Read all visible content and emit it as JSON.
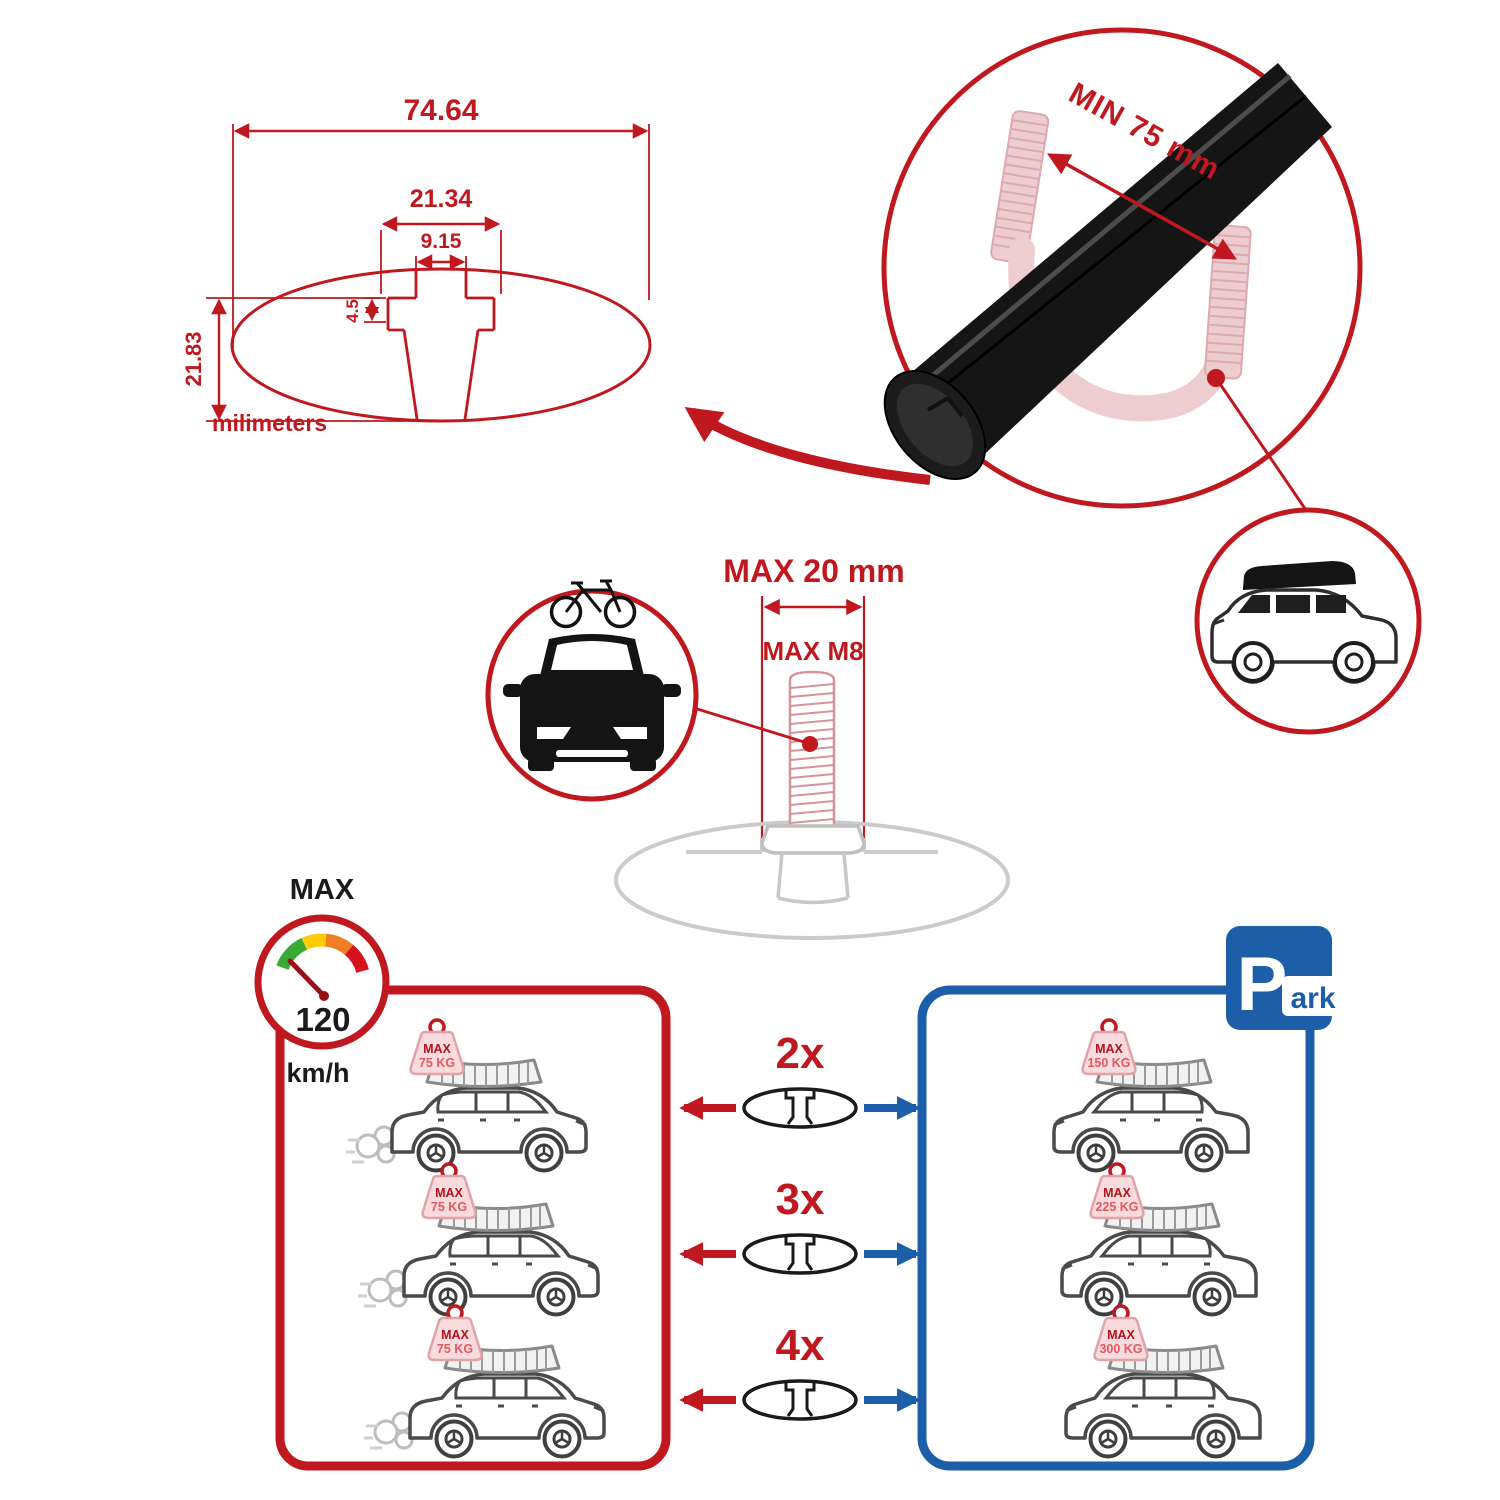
{
  "cross_section": {
    "width_total": "74.64",
    "channel_width": "21.34",
    "slot_width": "9.15",
    "lip_depth": "4.5",
    "height": "21.83",
    "units": "milimeters"
  },
  "crossbar": {
    "min_clamp_label": "MIN 75 mm"
  },
  "bolt": {
    "max_length_label": "MAX 20 mm",
    "max_thread_label": "MAX M8"
  },
  "speedometer": {
    "title": "MAX",
    "value": "120",
    "units": "km/h"
  },
  "park_sign": {
    "letter": "P",
    "suffix": "ark"
  },
  "driving_cars": [
    {
      "tag_title": "MAX",
      "tag_value": "75 KG"
    },
    {
      "tag_title": "MAX",
      "tag_value": "75 KG"
    },
    {
      "tag_title": "MAX",
      "tag_value": "75 KG"
    }
  ],
  "parked_cars": [
    {
      "tag_title": "MAX",
      "tag_value": "150 KG"
    },
    {
      "tag_title": "MAX",
      "tag_value": "225 KG"
    },
    {
      "tag_title": "MAX",
      "tag_value": "300 KG"
    }
  ],
  "bar_counts": [
    {
      "label": "2x"
    },
    {
      "label": "3x"
    },
    {
      "label": "4x"
    }
  ],
  "colors": {
    "red": "#c0181f",
    "blue": "#1c5fa8",
    "pink": "#eecdd0",
    "pinkline": "#dcaab0",
    "ink": "#1a1a1a",
    "gray": "#c9c9c9",
    "tagdark": "#b5121b",
    "taglight": "#e2595f"
  }
}
